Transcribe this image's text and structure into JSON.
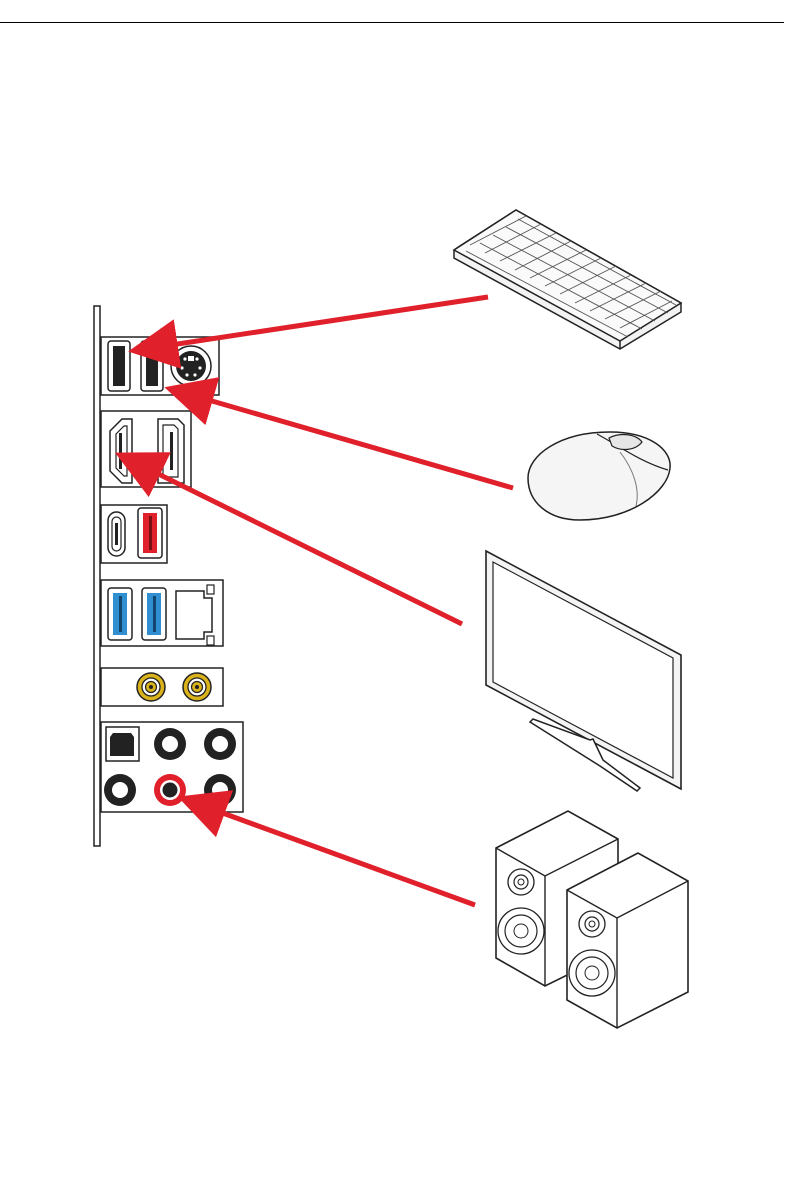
{
  "diagram": {
    "colors": {
      "arrow": "#e0202a",
      "usb3_blue": "#2f8fd0",
      "usb_red": "#e0202a",
      "coax_gold": "#d9b21c",
      "line_out_ring": "#e0202a",
      "outline": "#222222"
    },
    "io_panel": {
      "port_groups": [
        {
          "name": "usb-ps2-group",
          "ports": [
            "usb-port",
            "usb-port",
            "ps2-port"
          ]
        },
        {
          "name": "hdmi-displayport-group",
          "ports": [
            "hdmi-port",
            "displayport-port"
          ]
        },
        {
          "name": "usb-c-usb-red-group",
          "ports": [
            "usb-c-port",
            "usb-port-red"
          ]
        },
        {
          "name": "usb3-lan-group",
          "ports": [
            "usb3-port-blue",
            "usb3-port-blue",
            "lan-port"
          ]
        },
        {
          "name": "wifi-antenna-group",
          "ports": [
            "antenna-connector",
            "antenna-connector"
          ]
        },
        {
          "name": "audio-group",
          "ports": [
            "optical-spdif-out",
            "audio-jack",
            "audio-jack",
            "audio-jack",
            "line-out-jack",
            "audio-jack"
          ]
        }
      ]
    },
    "devices": [
      {
        "name": "keyboard-icon",
        "connects_to": "usb-port"
      },
      {
        "name": "mouse-icon",
        "connects_to": "usb-port"
      },
      {
        "name": "monitor-icon",
        "connects_to": "hdmi-port"
      },
      {
        "name": "speakers-icon",
        "connects_to": "line-out-jack"
      }
    ]
  }
}
